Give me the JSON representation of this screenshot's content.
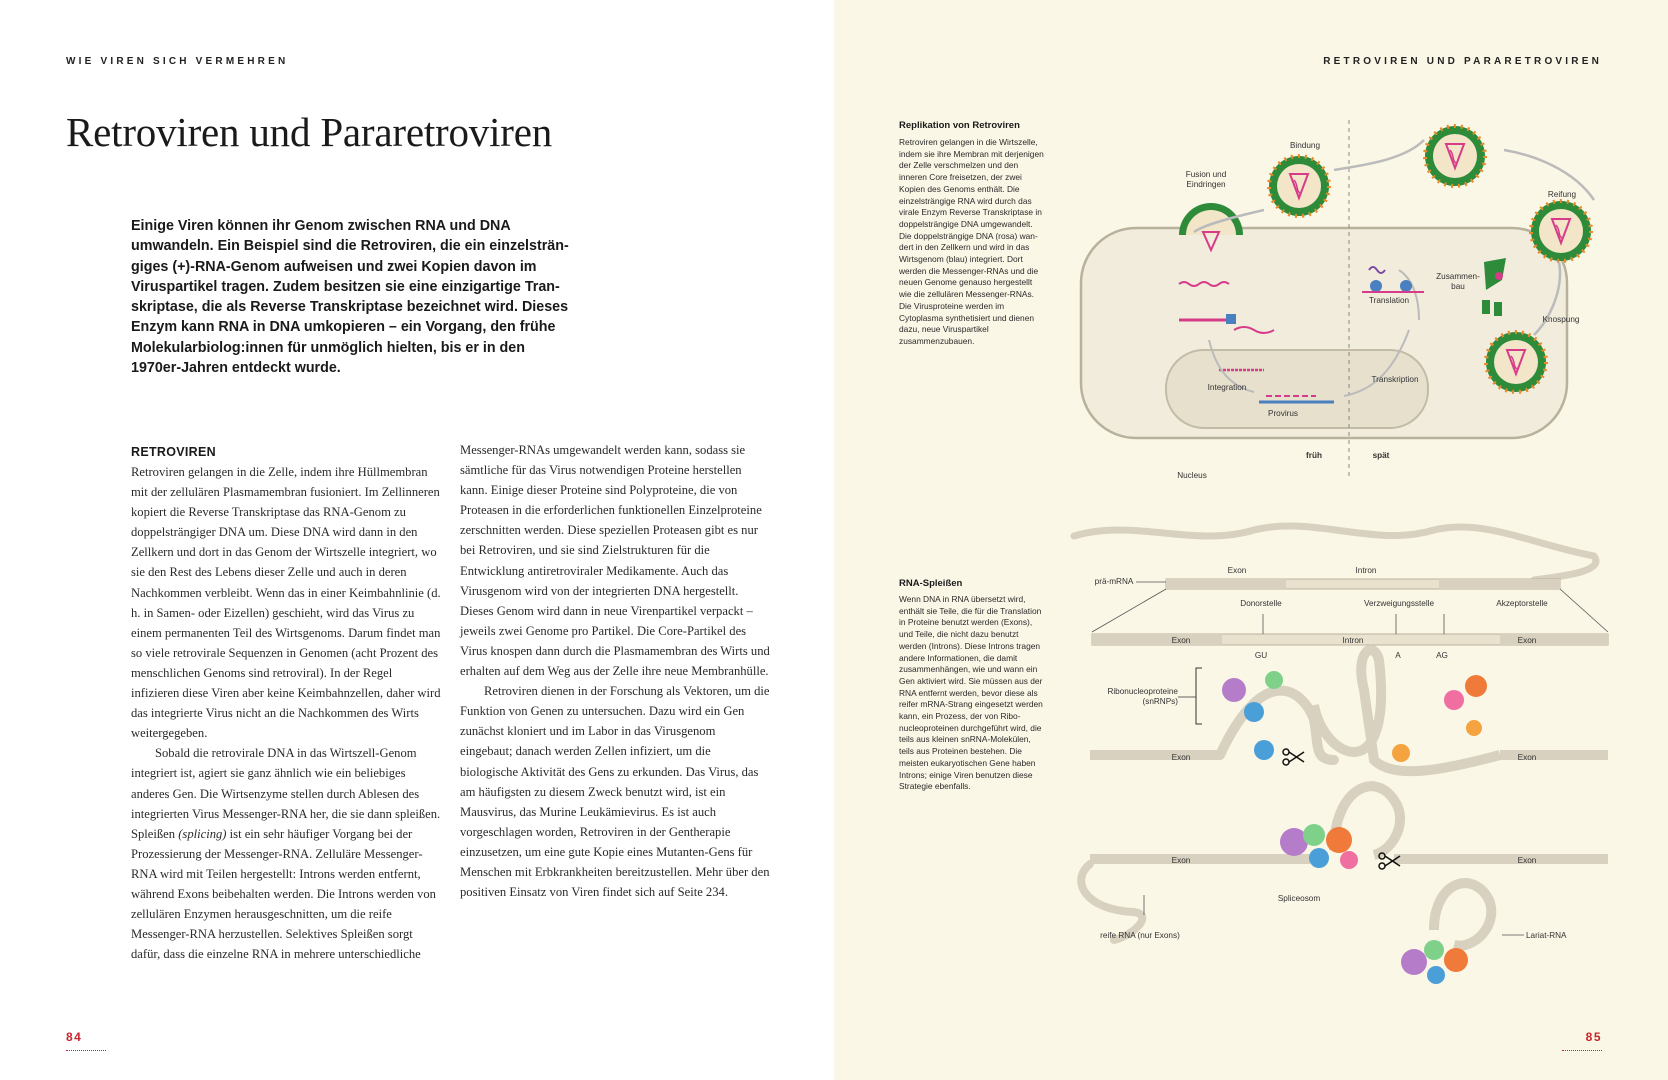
{
  "left": {
    "running_head": "WIE VIREN SICH VERMEHREN",
    "title": "Retroviren und Pararetroviren",
    "lede": "Einige Viren können ihr Genom zwischen RNA und DNA umwandeln. Ein Beispiel sind die Retroviren, die ein einzelsträn­giges (+)-RNA-Genom aufweisen und zwei Kopien davon im Viruspartikel tragen. Zudem besitzen sie eine einzigartige Tran­skriptase, die als Reverse Transkriptase bezeichnet wird. Dieses Enzym kann RNA in DNA umkopieren – ein Vorgang, den frühe Molekularbiolog:innen für unmöglich hielten, bis er in den 1970er-Jahren entdeckt wurde.",
    "section_heading": "RETROVIREN",
    "col1_p1": "Retroviren gelangen in die Zelle, indem ihre Hüllmem­bran mit der zellulären Plasmamembran fusioniert. Im Zellinneren kopiert die Reverse Transkriptase das RNA-Genom zu doppelsträngiger DNA um. Diese DNA wird dann in den Zellkern und dort in das Genom der Wirtszelle integriert, wo sie den Rest des Lebens dieser Zelle und auch in deren Nachkommen verbleibt. Wenn das in einer Keimbahnlinie (d. h. in Samen- oder Eizellen) geschieht, wird das Virus zu einem permanenten Teil des Wirtsgenoms. Darum fin­det man so viele retrovirale Sequenzen in Genomen (acht Prozent des menschlichen Genoms sind retrovi­ral). In der Regel infizieren diese Viren aber keine Keimbahnzellen, daher wird das integrierte Virus nicht an die Nachkommen des Wirts weitergegeben.",
    "col1_p2_a": "Sobald die retrovirale DNA in das Wirtszell-Genom integriert ist, agiert sie ganz ähnlich wie ein beliebiges anderes Gen. Die Wirtsenzyme stellen durch Ablesen des integrierten Virus Messenger-RNA her, die sie dann spleißen. Spleißen ",
    "col1_p2_em": "(splicing)",
    "col1_p2_b": " ist ein sehr häufiger Vorgang bei der Prozessierung der Messenger-RNA. Zelluläre Messenger-RNA wird mit Teilen hergestellt: Introns werden entfernt, während Exons beibehalten werden. Die Introns werden von zellulären Enzymen herausgeschnitten, um die reife Messenger-RNA her­zustellen. Selektives Spleißen sorgt dafür, dass die ein­zelne RNA in mehrere unterschiedliche",
    "col2_p1": "Messenger-RNAs umgewandelt werden kann, sodass sie sämtliche für das Virus notwendigen Proteine herstellen kann. Einige dieser Proteine sind Polyproteine, die von Proteasen in die erforderlichen funktionellen Einzelproteine zerschnitten werden. Diese speziellen Proteasen gibt es nur bei Retroviren, und sie sind Ziel­strukturen für die Entwicklung antiretroviraler Medika­mente. Auch das Virusgenom wird von der integrierten DNA hergestellt. Dieses Genom wird dann in neue Virenpartikel verpackt – jeweils zwei Genome pro Par­tikel. Die Core-Partikel des Virus knospen dann durch die Plasmamembran des Wirts und erhalten auf dem Weg aus der Zelle ihre neue Membranhülle.",
    "col2_p2": "Retroviren dienen in der Forschung als Vektoren, um die Funktion von Genen zu untersuchen. Dazu wird ein Gen zunächst kloniert und im Labor in das Virusgenom eingebaut; danach werden Zellen infiziert, um die biologische Aktivität des Gens zu erkunden. Das Virus, das am häufigsten zu diesem Zweck benutzt wird, ist ein Mausvirus, das Murine Leukämievirus. Es ist auch vorgeschlagen worden, Retroviren in der Gentherapie einzusetzen, um eine gute Kopie eines Mutanten-Gens für Menschen mit Erbkrankheiten bereitzustellen. Mehr über den positiven Einsatz von Viren findet sich auf Seite 234.",
    "folio": "84"
  },
  "right": {
    "running_head": "RETROVIREN UND PARARETROVIREN",
    "folio": "85",
    "replication": {
      "heading": "Replikation von Retroviren",
      "text": "Retroviren gelangen in die Wirtszelle, indem sie ihre Mem­bran mit derjenigen der Zelle verschmelzen und den inneren Core freisetzen, der zwei Kopien des Genoms enthält. Die einzelsträngige RNA wird durch das virale Enzym Reverse Tran­skriptase in doppelsträngige DNA umgewandelt. Die dop­pelsträngige DNA (rosa) wan­dert in den Zellkern und wird in das Wirtsgenom (blau) inte­griert. Dort werden die Messen­ger-RNAs und die neuen Genome genauso hergestellt wie die zellulären Messenger-RNAs. Die Virusproteine werden im Cytoplasma synthetisiert und dienen dazu, neue Viruspartikel zusammenzubauen.",
      "labels": {
        "bindung": "Bindung",
        "fusion": "Fusion und Eindringen",
        "reifung": "Reifung",
        "zusammenbau": "Zusammen­bau",
        "translation": "Translation",
        "knospung": "Knospung",
        "integration": "Integration",
        "provirus": "Provirus",
        "transkription": "Transkription",
        "nucleus": "Nucleus",
        "frueh": "früh",
        "spaet": "spät"
      }
    },
    "splicing": {
      "heading": "RNA-Spleißen",
      "text": "Wenn DNA in RNA übersetzt wird, enthält sie Teile, die für die Translation in Proteine benutzt werden (Exons), und Teile, die nicht dazu benutzt werden (Introns). Diese Introns tragen andere Informationen, die damit zusammenhängen, wie und wann ein Gen aktiviert wird. Sie müssen aus der RNA entfernt werden, bevor diese als reifer mRNA-Strang eingesetzt werden kann, ein Prozess, der von Ribo­nucleoproteinen durchgeführt wird, die teils aus kleinen snRNA-Molekülen, teils aus Pro­teinen bestehen. Die meisten eukaryotischen Gene haben Introns; einige Viren benutzen diese Strategie ebenfalls.",
      "labels": {
        "pra_mrna": "prä-mRNA",
        "exon": "Exon",
        "intron": "Intron",
        "donorstelle": "Donorstelle",
        "verzweigung": "Verzweigungsstelle",
        "akzeptor": "Akzeptorstelle",
        "gu": "GU",
        "a": "A",
        "ag": "AG",
        "snrnp": "Ribonucleoproteine (snRNPs)",
        "spliceosom": "Spliceosom",
        "reife_rna": "reife RNA (nur Exons)",
        "lariat": "Lariat-RNA"
      }
    }
  },
  "colors": {
    "accent_red": "#c8242a",
    "page_cream": "#fbf7e6",
    "virus_green": "#2e8b3a",
    "rna_pink": "#d63c8a",
    "dna_blue": "#4a7fc0",
    "spike_orange": "#e98a2a",
    "rna_strand": "#d8d1bf"
  }
}
